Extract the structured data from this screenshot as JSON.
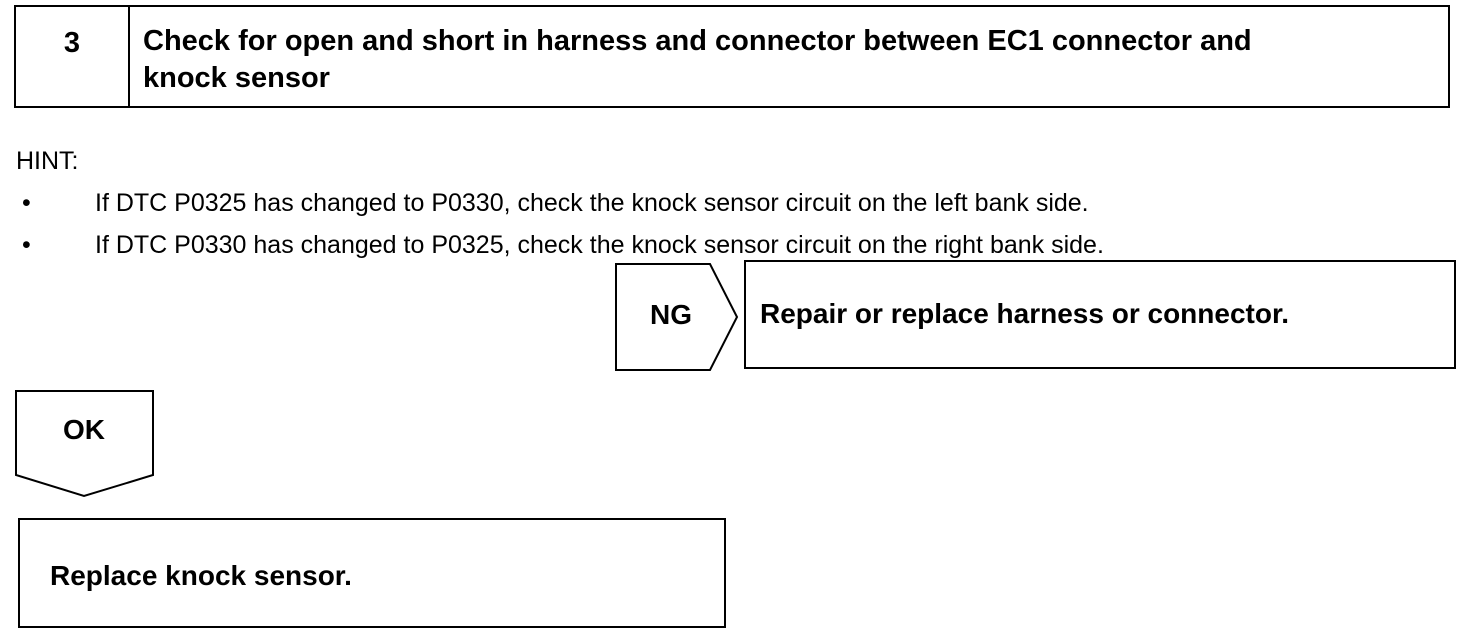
{
  "step": {
    "number": "3",
    "title_line1": "Check for open and short in harness and connector between EC1 connector and",
    "title_line2": "knock sensor"
  },
  "hint": {
    "label": "HINT:",
    "items": [
      "If DTC P0325 has changed to P0330, check the knock sensor circuit on the left bank side.",
      "If DTC P0330 has changed to P0325, check the knock sensor circuit on the right bank side."
    ],
    "bullet": "•"
  },
  "ng": {
    "label": "NG",
    "action": "Repair or replace harness or connector."
  },
  "ok": {
    "label": "OK",
    "action": "Replace knock sensor."
  }
}
